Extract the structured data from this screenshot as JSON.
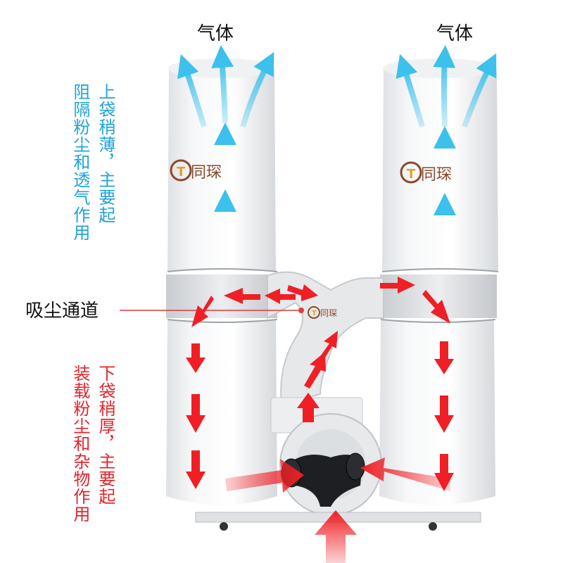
{
  "labels": {
    "gas_left": "气体",
    "gas_right": "气体",
    "channel": "吸尘通道"
  },
  "upper_note": {
    "col1": "上袋稍薄，主要起",
    "col2": "阻隔粉尘和透气作用"
  },
  "lower_note": {
    "col1": "下袋稍厚，主要起",
    "col2": "装载粉尘和杂物作用"
  },
  "logos": {
    "brand_text": "同琛",
    "brand_letter": "T"
  },
  "colors": {
    "gas_arrow": "#3cc0ec",
    "dust_arrow": "#ef1f25",
    "upper_note_text": "#1fa3d8",
    "lower_note_text": "#e0262c",
    "bag": "#f5f6f7",
    "machine_body": "#e2e4e6",
    "logo_accent": "#8b4a2b"
  }
}
